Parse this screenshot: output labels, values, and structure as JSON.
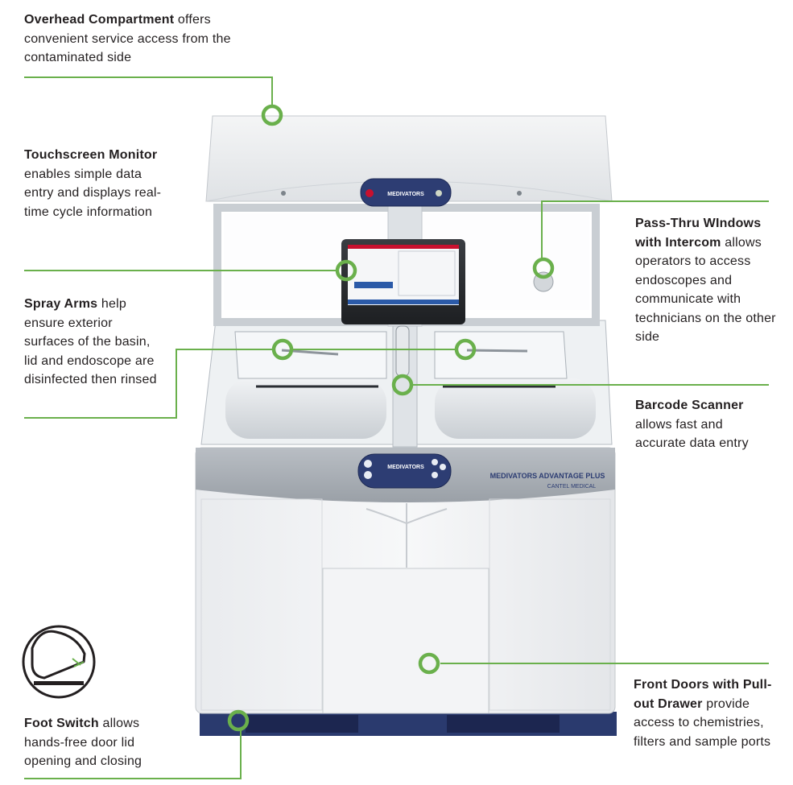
{
  "accent_color": "#6ab04c",
  "callouts": {
    "overhead": {
      "title": "Overhead Compartment",
      "text": " offers convenient service access from the contaminated side"
    },
    "touchscreen": {
      "title": "Touchscreen Monitor",
      "text": " enables simple data entry and displays real-time cycle information"
    },
    "spray": {
      "title": "Spray Arms",
      "text": " help ensure exterior surfaces of the basin, lid and endoscope are disinfected then rinsed"
    },
    "foot": {
      "title": "Foot Switch",
      "text": " allows hands-free door lid opening and closing"
    },
    "passthru": {
      "title": "Pass-Thru WIndows with Intercom",
      "text": " allows operators to access endoscopes and communicate with technicians on the other side"
    },
    "barcode": {
      "title": "Barcode Scanner",
      "text": " allows fast and accurate data entry"
    },
    "doors": {
      "title": "Front Doors with Pull-out Drawer",
      "text": " provide access to chemistries, filters and sample ports"
    }
  },
  "machine": {
    "brand_logo": "MEDIVATORS",
    "model_name": "MEDIVATORS ADVANTAGE PLUS",
    "maker": "CANTEL MEDICAL"
  }
}
